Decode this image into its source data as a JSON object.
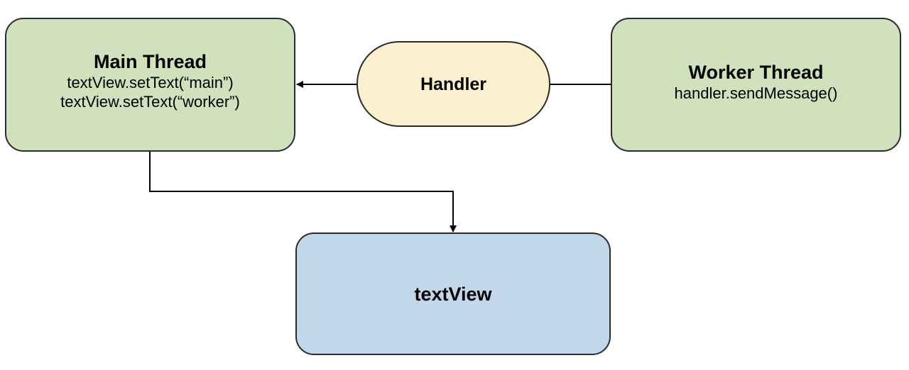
{
  "colors": {
    "thread_fill": "#cfe1bd",
    "handler_fill": "#fdf0cf",
    "view_fill": "#c3d7eb",
    "stroke": "#2b2b2b"
  },
  "nodes": {
    "main_thread": {
      "title": "Main Thread",
      "lines": [
        "textView.setText(“main”)",
        "textView.setText(“worker”)"
      ]
    },
    "handler": {
      "title": "Handler"
    },
    "worker_thread": {
      "title": "Worker Thread",
      "lines": [
        "handler.sendMessage()"
      ]
    },
    "textview": {
      "title": "textView"
    }
  },
  "edges": [
    {
      "from": "worker_thread",
      "to": "handler",
      "arrow": false
    },
    {
      "from": "handler",
      "to": "main_thread",
      "arrow": true
    },
    {
      "from": "main_thread",
      "to": "textview",
      "arrow": true
    }
  ]
}
